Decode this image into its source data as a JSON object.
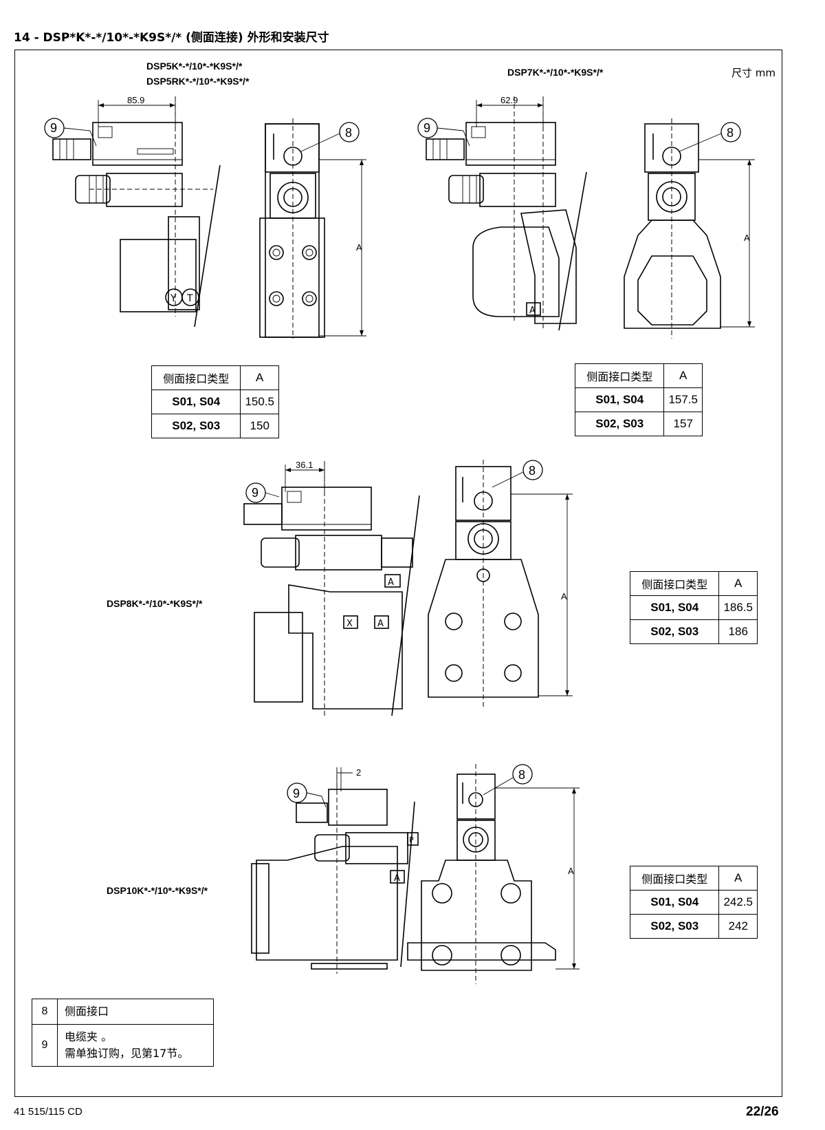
{
  "page_title": "14 - DSP*K*-*/10*-*K9S*/* (侧面连接) 外形和安装尺寸",
  "unit_label": "尺寸 mm",
  "models": {
    "dsp5_a": "DSP5K*-*/10*-*K9S*/*",
    "dsp5_b": "DSP5RK*-*/10*-*K9S*/*",
    "dsp7": "DSP7K*-*/10*-*K9S*/*",
    "dsp8": "DSP8K*-*/10*-*K9S*/*",
    "dsp10": "DSP10K*-*/10*-*K9S*/*"
  },
  "dims": {
    "dsp5": "85.9",
    "dsp7": "62.9",
    "dsp8": "36.1",
    "dsp10": "2",
    "a_label": "A"
  },
  "callouts": {
    "port": "8",
    "clamp": "9"
  },
  "port_letters": {
    "y": "Y",
    "t": "T",
    "a": "A",
    "p": "P",
    "x": "X"
  },
  "tables": {
    "header_type": "侧面接口类型",
    "header_a": "A",
    "dsp5": [
      {
        "type": "S01, S04",
        "a": "150.5"
      },
      {
        "type": "S02, S03",
        "a": "150"
      }
    ],
    "dsp7": [
      {
        "type": "S01, S04",
        "a": "157.5"
      },
      {
        "type": "S02, S03",
        "a": "157"
      }
    ],
    "dsp8": [
      {
        "type": "S01, S04",
        "a": "186.5"
      },
      {
        "type": "S02, S03",
        "a": "186"
      }
    ],
    "dsp10": [
      {
        "type": "S01, S04",
        "a": "242.5"
      },
      {
        "type": "S02, S03",
        "a": "242"
      }
    ]
  },
  "legend": [
    {
      "num": "8",
      "lines": [
        "侧面接口"
      ]
    },
    {
      "num": "9",
      "lines": [
        "电缆夹 。",
        "需单独订购，见第17节。"
      ]
    }
  ],
  "footer": {
    "doc_code": "41 515/115 CD",
    "page": "22/26"
  }
}
